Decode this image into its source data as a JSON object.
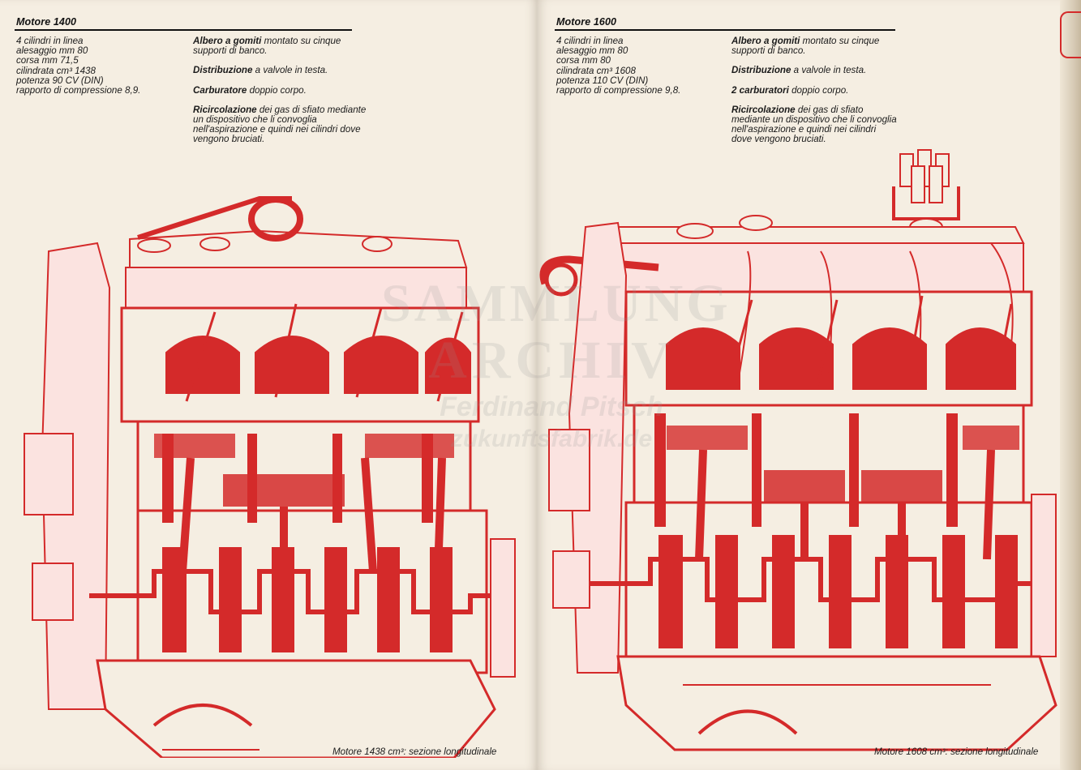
{
  "left_page": {
    "title": "Motore 1400",
    "specs": [
      "4 cilindri in linea",
      "alesaggio mm 80",
      "corsa mm 71,5",
      "cilindrata cm³ 1438",
      "potenza 90 CV (DIN)",
      "rapporto di compressione 8,9."
    ],
    "features": [
      {
        "bold": "Albero a gomiti",
        "text": " montato su cinque supporti di banco."
      },
      {
        "bold": "Distribuzione",
        "text": " a valvole in testa."
      },
      {
        "bold": "Carburatore",
        "text": " doppio corpo."
      },
      {
        "bold": "Ricircolazione",
        "text": " dei gas di sfiato mediante un dispositivo che li convoglia nell'aspirazione e quindi nei cilindri dove vengono bruciati."
      }
    ],
    "caption": "Motore 1438 cm³: sezione longitudinale"
  },
  "right_page": {
    "title": "Motore 1600",
    "specs": [
      "4 cilindri in linea",
      "alesaggio mm 80",
      "corsa mm 80",
      "cilindrata cm³ 1608",
      "potenza 110 CV (DIN)",
      "rapporto di compressione 9,8."
    ],
    "features": [
      {
        "bold": "Albero a gomiti",
        "text": " montato su cinque supporti di banco."
      },
      {
        "bold": "Distribuzione",
        "text": " a valvole in testa."
      },
      {
        "bold": "2 carburatori",
        "text": " doppio corpo."
      },
      {
        "bold": "Ricircolazione",
        "text": " dei gas di sfiato mediante un dispositivo che li convoglia nell'aspirazione e quindi nei cilindri dove vengono bruciati."
      }
    ],
    "caption": "Motore 1608 cm³: sezione longitudinale"
  },
  "watermark": {
    "line1": "SAMMLUNG",
    "line2": "ARCHIV",
    "line3": "Ferdinand Pitsch",
    "line4": "zukunftsfabrik.de"
  },
  "colors": {
    "ink_red": "#d42a2a",
    "paper": "#f5eee2",
    "text": "#1b1b1b"
  }
}
